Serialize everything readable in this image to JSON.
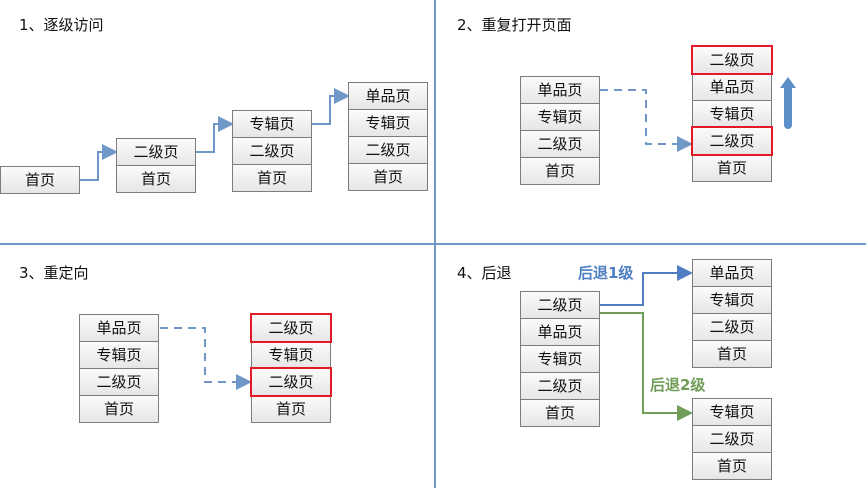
{
  "quadrants": {
    "q1": {
      "title": "1、逐级访问",
      "stacks": [
        [
          "首页"
        ],
        [
          "二级页",
          "首页"
        ],
        [
          "专辑页",
          "二级页",
          "首页"
        ],
        [
          "单品页",
          "专辑页",
          "二级页",
          "首页"
        ]
      ]
    },
    "q2": {
      "title": "2、重复打开页面",
      "left_stack": [
        "单品页",
        "专辑页",
        "二级页",
        "首页"
      ],
      "right_stack": [
        "二级页",
        "单品页",
        "专辑页",
        "二级页",
        "首页"
      ]
    },
    "q3": {
      "title": "3、重定向",
      "left_stack": [
        "单品页",
        "专辑页",
        "二级页",
        "首页"
      ],
      "right_stack": [
        "二级页",
        "专辑页",
        "二级页",
        "首页"
      ]
    },
    "q4": {
      "title": "4、后退",
      "left_stack": [
        "二级页",
        "单品页",
        "专辑页",
        "二级页",
        "首页"
      ],
      "right_top_stack": [
        "单品页",
        "专辑页",
        "二级页",
        "首页"
      ],
      "right_bottom_stack": [
        "专辑页",
        "二级页",
        "首页"
      ],
      "back_label_1": "后退1级",
      "back_label_2": "后退2级"
    }
  },
  "colors": {
    "divider": "#6f98c9",
    "connector_blue": "#6f98c9",
    "highlight_red": "#e11a25",
    "back_arrow_blue": "#4f7fc2",
    "back_arrow_green": "#6f9d59",
    "up_arrow": "#5c8fc7"
  }
}
